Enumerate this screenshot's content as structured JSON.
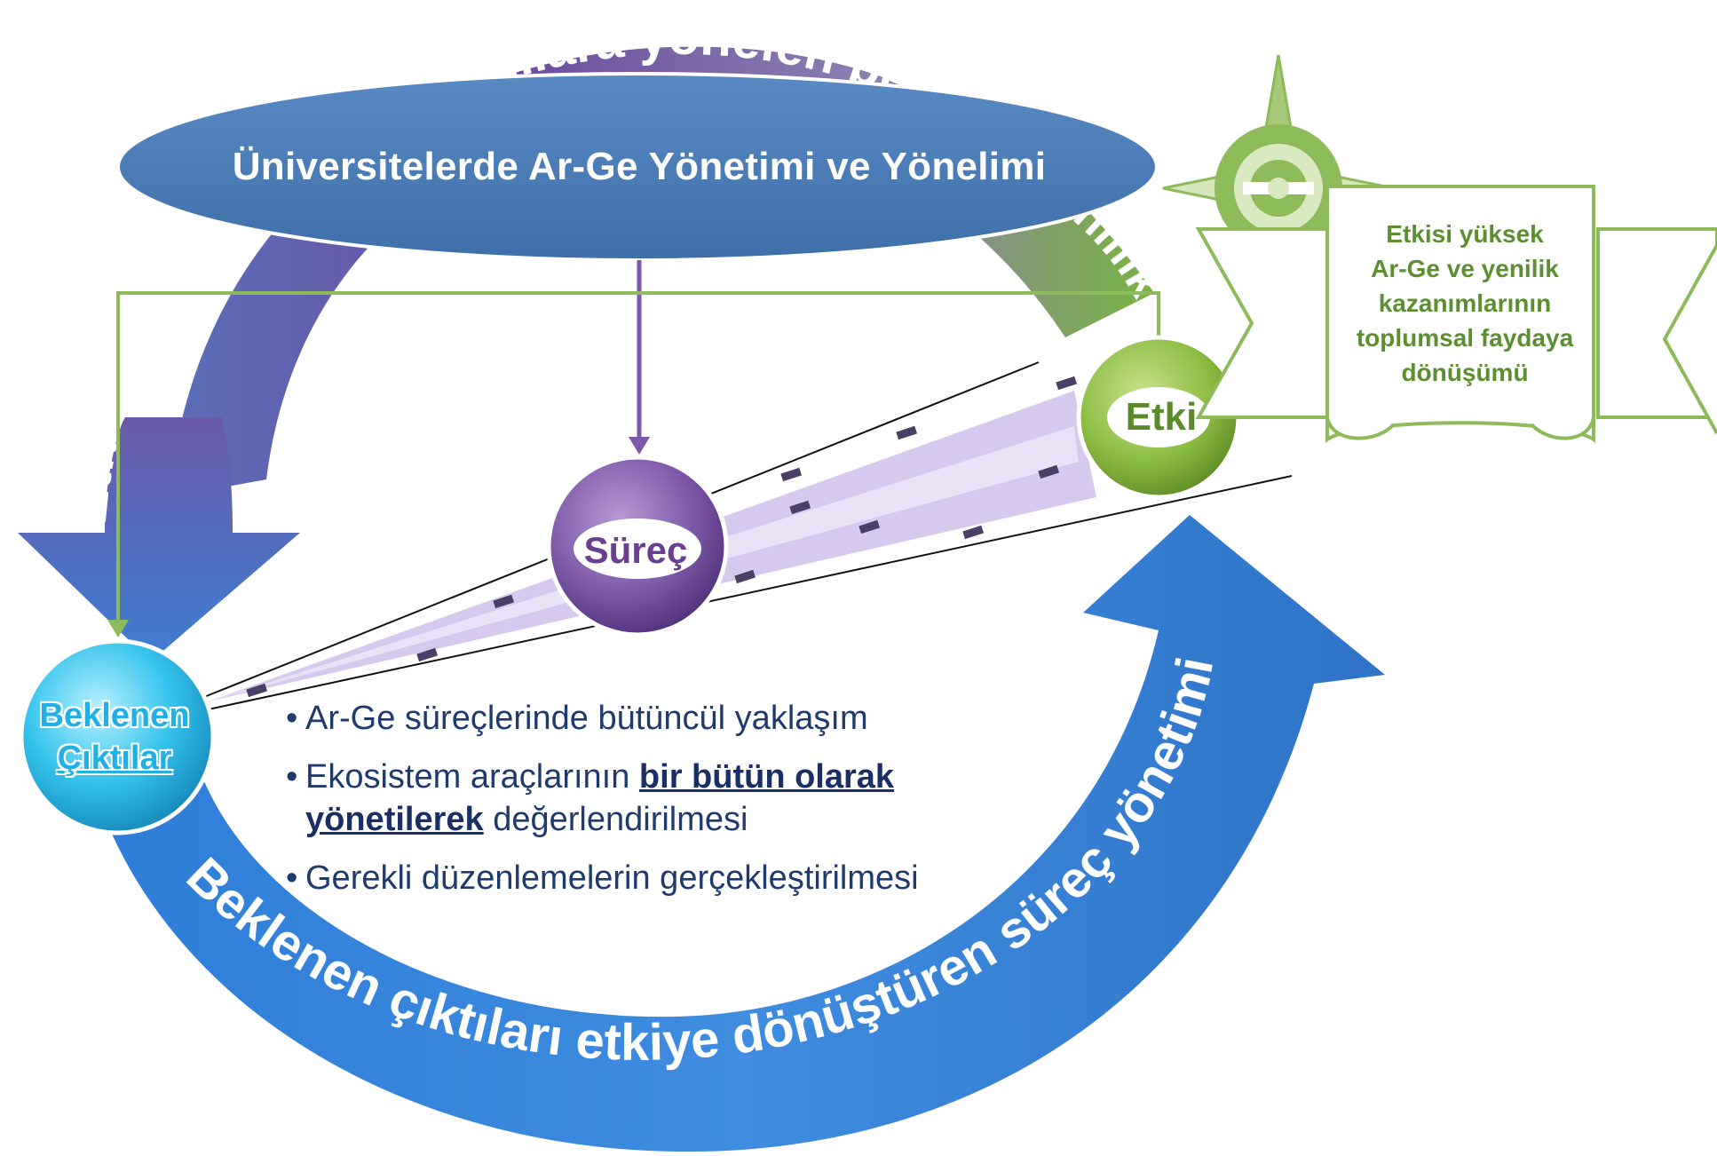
{
  "title": "Üniversitelerde Ar-Ge Yönetimi ve Yönelimi",
  "top_arc_text": "...lara yönelen bekle...",
  "left_arc_text": "Etkiden bekle",
  "right_arc_text": "...nlilik",
  "bottom_arc_text": "Beklenen çıktıları etkiye dönüştüren süreç yönetimi",
  "nodes": {
    "etki": "Etki",
    "surec": "Süreç",
    "beklenen_line1": "Beklenen",
    "beklenen_line2": "Çıktılar"
  },
  "bullets": {
    "item1": "Ar-Ge süreçlerinde bütüncül yaklaşım",
    "item2_pre": "Ekosistem araçlarının ",
    "item2_bold": "bir bütün olarak yönetilerek",
    "item2_post": " değerlendirilmesi",
    "item3": "Gerekli düzenlemelerin gerçekleştirilmesi",
    "marker": "•"
  },
  "scroll": {
    "line1": "Etkisi yüksek",
    "line2": "Ar-Ge ve yenilik",
    "line3": "kazanımlarının",
    "line4": "toplumsal faydaya",
    "line5": "dönüşümü"
  },
  "colors": {
    "title_ellipse": "#4f7fba",
    "top_arc_start": "#6a4b9e",
    "top_arc_end": "#7cb044",
    "bottom_arc": "#3b82d6",
    "etki_node": "#8fbe46",
    "surec_node": "#7d58a8",
    "beklenen_node": "#2fbfe8",
    "accent_green": "#8dbb5a",
    "text_navy": "#1f3a6d"
  },
  "icons": [
    "compass-icon"
  ]
}
